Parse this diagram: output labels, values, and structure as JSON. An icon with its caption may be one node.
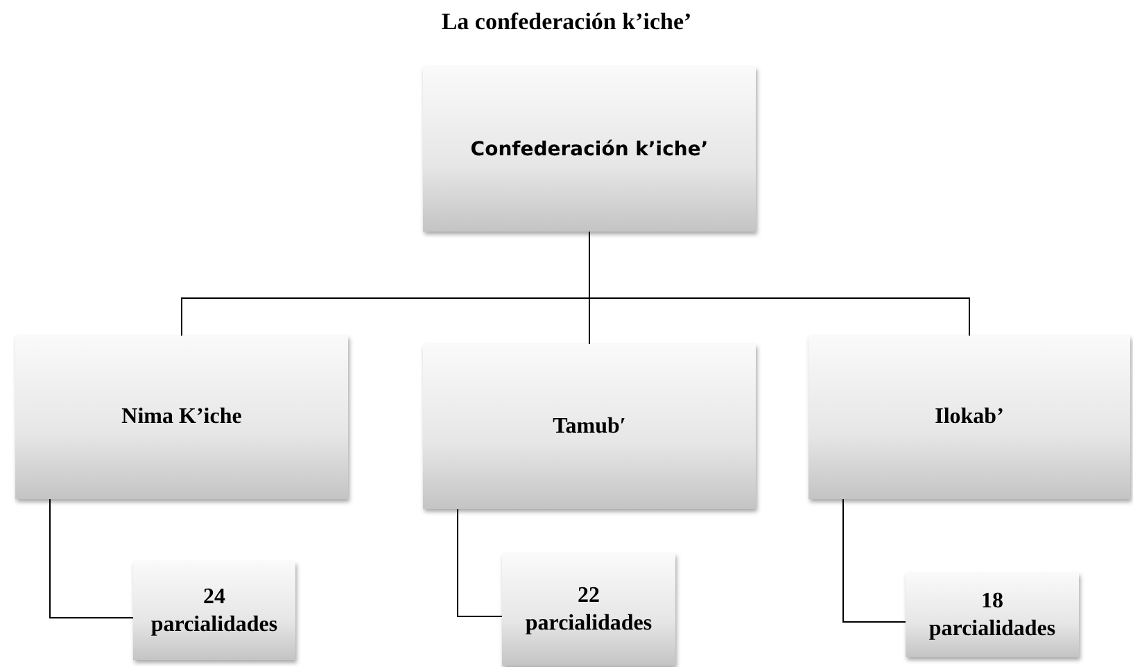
{
  "diagram": {
    "title": "La confederación k’iche’",
    "nodes": [
      {
        "text": [
          "Confederación k’iche’"
        ]
      },
      {
        "text": [
          "Nima K’iche"
        ]
      },
      {
        "text": [
          "Tamub′"
        ]
      },
      {
        "text": [
          "Ilokab’"
        ]
      },
      {
        "text": [
          "24 parcialidades"
        ]
      },
      {
        "text": [
          "22 parcialidades"
        ]
      },
      {
        "text": [
          "18 parcialidades"
        ]
      }
    ],
    "edges": [
      {
        "from": 0,
        "to": 1,
        "arrow": "none"
      },
      {
        "from": 0,
        "to": 2,
        "arrow": "none"
      },
      {
        "from": 0,
        "to": 3,
        "arrow": "none"
      },
      {
        "from": 1,
        "to": 4,
        "arrow": "none"
      },
      {
        "from": 2,
        "to": 5,
        "arrow": "none"
      },
      {
        "from": 3,
        "to": 6,
        "arrow": "none"
      }
    ]
  }
}
